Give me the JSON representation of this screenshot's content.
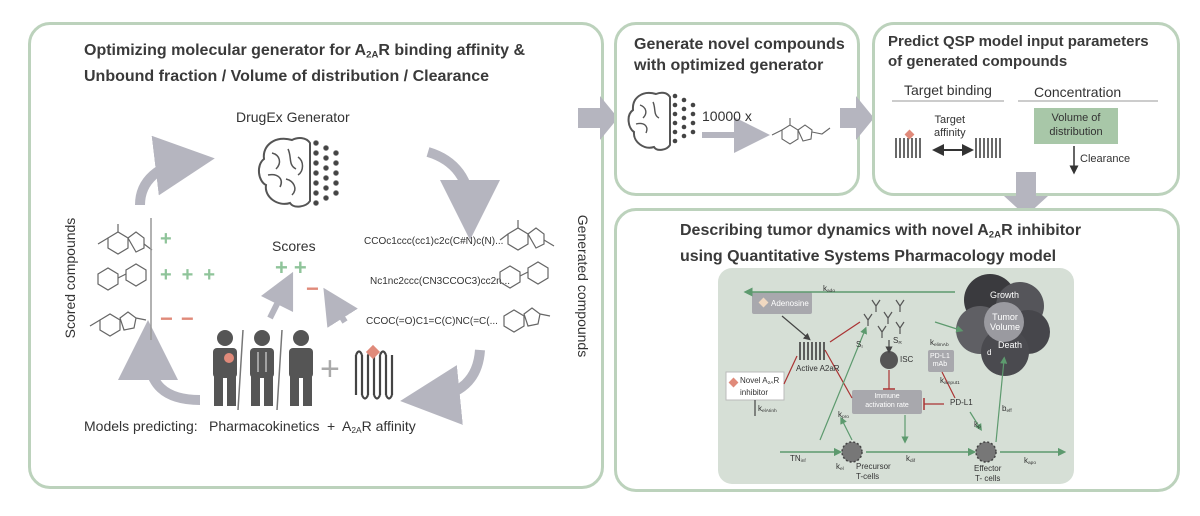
{
  "panel1": {
    "title_line1_a": "Optimizing molecular generator for A",
    "title_line1_sub": "2A",
    "title_line1_b": "R binding affinity &",
    "title_line2": "Unbound fraction / Volume of distribution / Clearance",
    "generator_label": "DrugEx Generator",
    "scored_compounds": "Scored compounds",
    "generated_compounds": "Generated compounds",
    "scores": "Scores",
    "smiles": [
      "CCOc1ccc(cc1)c2c(C#N)c(N)...",
      "Nc1nc2ccc(CN3CCOC3)cc2n...",
      "CCOC(=O)C1=C(C)NC(=C(..."
    ],
    "models_predicting": "Models predicting:",
    "pharmacokinetics": "Pharmacokinetics",
    "plus": "+",
    "affinity_a": "A",
    "affinity_sub": "2A",
    "affinity_b": "R affinity"
  },
  "panel2": {
    "title_line1": "Generate novel compounds",
    "title_line2": "with optimized generator",
    "multiplier": "10000 x"
  },
  "panel3": {
    "title_line1": "Predict QSP model input parameters",
    "title_line2": "of generated compounds",
    "target_binding": "Target binding",
    "concentration": "Concentration",
    "target_affinity_1": "Target",
    "target_affinity_2": "affinity",
    "volume_1": "Volume of",
    "volume_2": "distribution",
    "clearance": "Clearance"
  },
  "panel4": {
    "title_line1_a": "Describing tumor dynamics with novel A",
    "title_line1_sub": "2A",
    "title_line1_b": "R inhibitor",
    "title_line2": "using Quantitative Systems Pharmacology model",
    "adenosine": "Adenosine",
    "k_ado": "k",
    "k_ado_sub": "ado",
    "growth": "Growth",
    "tumor_volume_1": "Tumor",
    "tumor_volume_2": "Volume",
    "death": "Death",
    "d": "d",
    "s_l": "S",
    "s_l_sub": "I",
    "s_r": "S",
    "s_r_sub": "R",
    "isc": "ISC",
    "k_elimab": "k",
    "k_elimab_sub": "elimAb",
    "pdl1_mab_1": "PD-L1",
    "pdl1_mab_2": "mAb",
    "active_a2ar": "Active A2aR",
    "novel_inhibitor_1": "Novel A",
    "novel_inhibitor_sub": "2A",
    "novel_inhibitor_2": "R",
    "novel_inhibitor_3": "inhibitor",
    "k_elaiinh": "k",
    "k_elaiinh_sub": "elAIinh",
    "k_ainput1": "k",
    "k_ainput1_sub": "ainput1",
    "immune_rate_1": "Immune",
    "immune_rate_2": "activation rate",
    "pd_l1": "PD-L1",
    "k_eff": "b",
    "k_eff_sub": "eff",
    "k_pro": "k",
    "k_pro_sub": "pro",
    "k_p": "k",
    "k_p_sub": "p",
    "tn_inf": "TN",
    "tn_inf_sub": "inf",
    "k_el": "k",
    "k_el_sub": "el",
    "k_dif": "k",
    "k_dif_sub": "dif",
    "precursor_1": "Precursor",
    "precursor_2": "T-cells",
    "effector_1": "Effector",
    "effector_2": "T- cells",
    "k_apo": "k",
    "k_apo_sub": "apo"
  },
  "colors": {
    "panel_border": "#bcd2bc",
    "arrow_gray": "#b5b5bf",
    "plus_green": "#8fc49a",
    "minus_red": "#e08a7a",
    "qsp_bg": "#d6dfd6",
    "volume_box": "#a8c7a8"
  }
}
